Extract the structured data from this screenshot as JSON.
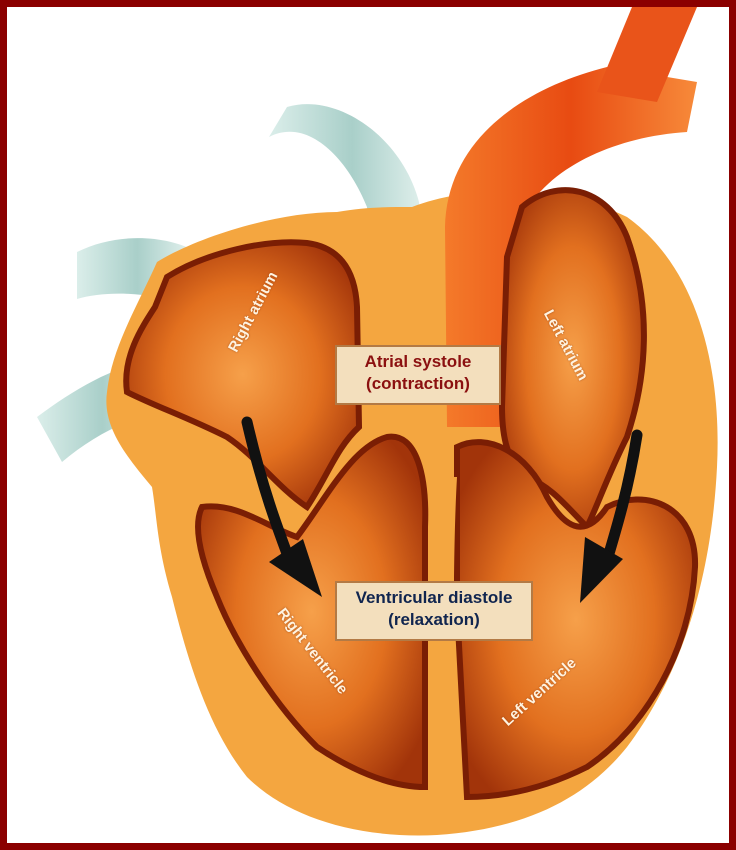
{
  "captions": {
    "systole_line1": "Atrial systole",
    "systole_line2": "(contraction)",
    "diastole_line1": "Ventricular diastole",
    "diastole_line2": "(relaxation)"
  },
  "chambers": {
    "right_atrium": "Right atrium",
    "left_atrium": "Left atrium",
    "right_ventricle": "Right ventricle",
    "left_ventricle": "Left ventricle"
  },
  "colors": {
    "frame": "#8b0000",
    "outer_wall": "#f4a640",
    "chamber_dark": "#a8380b",
    "chamber_light": "#f0882c",
    "vein_blue": "#b9d9d5",
    "artery_red": "#ee5a1c",
    "arrow": "#111111"
  }
}
